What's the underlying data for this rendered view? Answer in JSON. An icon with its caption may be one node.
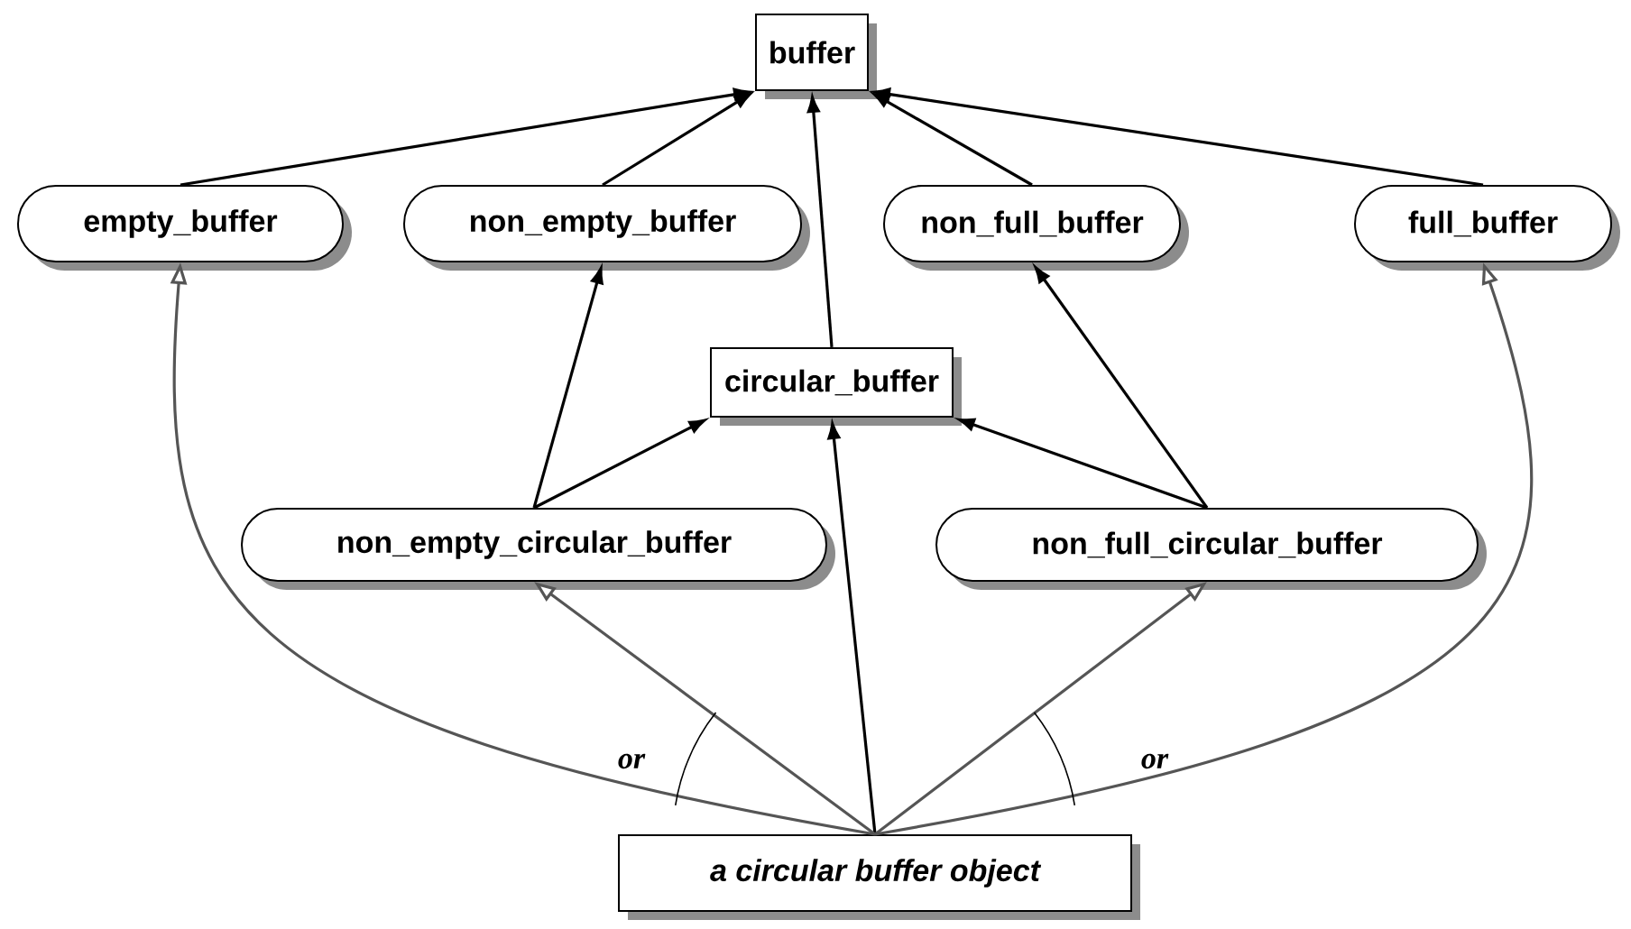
{
  "diagram": {
    "nodes": [
      {
        "text": [
          "buffer"
        ]
      },
      {
        "text": [
          "empty_buffer"
        ]
      },
      {
        "text": [
          "non_empty_buffer"
        ]
      },
      {
        "text": [
          "non_full_buffer"
        ]
      },
      {
        "text": [
          "full_buffer"
        ]
      },
      {
        "text": [
          "circular_buffer"
        ]
      },
      {
        "text": [
          "non_empty_circular_buffer"
        ]
      },
      {
        "text": [
          "non_full_circular_buffer"
        ]
      },
      {
        "text": [
          "a circular buffer object"
        ]
      }
    ],
    "edges": [
      {
        "from": 1,
        "to": 0,
        "arrow": "to"
      },
      {
        "from": 2,
        "to": 0,
        "arrow": "to"
      },
      {
        "from": 5,
        "to": 0,
        "arrow": "to"
      },
      {
        "from": 3,
        "to": 0,
        "arrow": "to"
      },
      {
        "from": 4,
        "to": 0,
        "arrow": "to"
      },
      {
        "from": 6,
        "to": 2,
        "arrow": "to"
      },
      {
        "from": 6,
        "to": 5,
        "arrow": "to"
      },
      {
        "from": 7,
        "to": 5,
        "arrow": "to"
      },
      {
        "from": 7,
        "to": 3,
        "arrow": "to"
      },
      {
        "from": 8,
        "to": 5,
        "arrow": "to"
      },
      {
        "from": 8,
        "to": 1,
        "arrow": "to",
        "color": "#555555"
      },
      {
        "from": 8,
        "to": 6,
        "arrow": "to",
        "color": "#555555"
      },
      {
        "from": 8,
        "to": 7,
        "arrow": "to",
        "color": "#555555"
      },
      {
        "from": 8,
        "to": 4,
        "arrow": "to",
        "color": "#555555"
      }
    ],
    "labels": [
      "or",
      "or"
    ]
  }
}
